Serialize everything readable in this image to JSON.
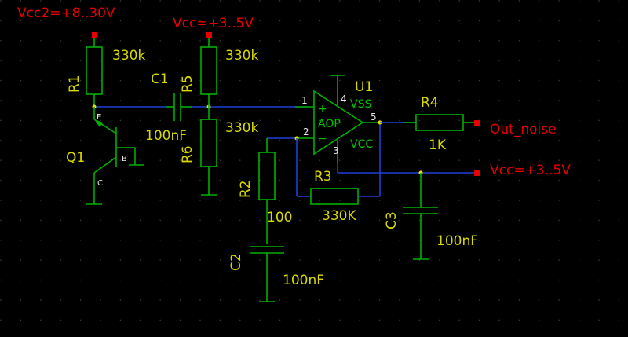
{
  "power": {
    "vcc2": "Vcc2=+8..30V",
    "vcc": "Vcc=+3..5V",
    "vcc_right": "Vcc=+3..5V",
    "out": "Out_noise"
  },
  "components": {
    "r1_name": "R1",
    "r1_value": "330k",
    "r5_name": "R5",
    "r5_value": "330k",
    "r6_name": "R6",
    "r6_value": "330k",
    "c1_name": "C1",
    "c1_value": "100nF",
    "r2_name": "R2",
    "r2_value": "100",
    "c2_name": "C2",
    "c2_value": "100nF",
    "r3_name": "R3",
    "r3_value": "330K",
    "r4_name": "R4",
    "r4_value": "1K",
    "c3_name": "C3",
    "c3_value": "100nF",
    "q1_name": "Q1",
    "u1_name": "U1"
  },
  "transistor_pins": {
    "e": "E",
    "b": "B",
    "c": "C"
  },
  "opamp": {
    "label": "AOP",
    "vss": "VSS",
    "vcc": "VCC",
    "plus": "+",
    "minus": "−",
    "pin1": "1",
    "pin2": "2",
    "pin3": "3",
    "pin4": "4",
    "pin5": "5"
  },
  "colors": {
    "background": "#000000",
    "component": "#00b000",
    "wire": "#1f3fd4",
    "label": "#d9d900",
    "power_label": "#e60000"
  }
}
